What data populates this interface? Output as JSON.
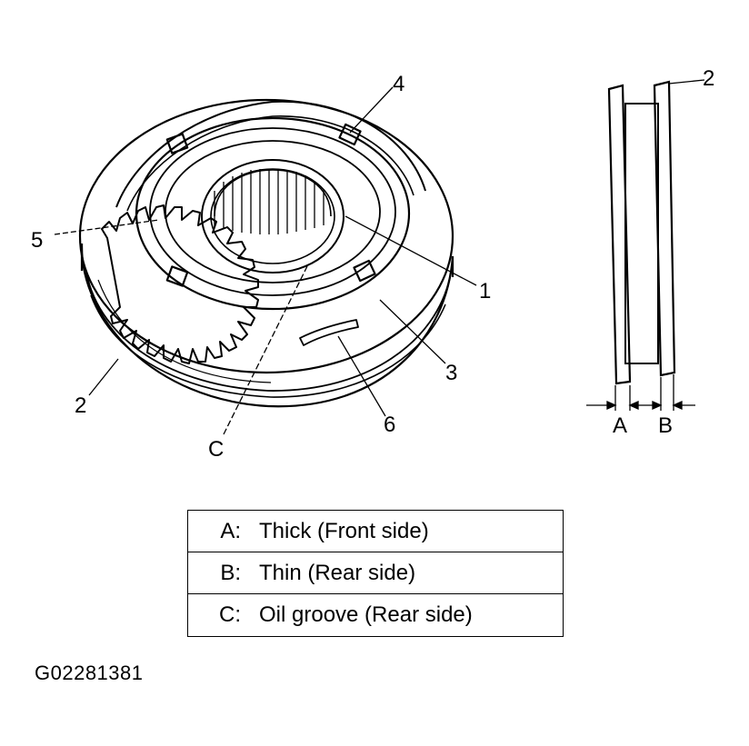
{
  "callouts": {
    "ring_labels": [
      "4",
      "5",
      "1",
      "3",
      "2",
      "6",
      "C"
    ],
    "side_labels": [
      "2",
      "A",
      "B"
    ]
  },
  "legend": {
    "rows": [
      {
        "key": "A:",
        "text": "Thick (Front side)"
      },
      {
        "key": "B:",
        "text": "Thin (Rear side)"
      },
      {
        "key": "C:",
        "text": "Oil groove (Rear side)"
      }
    ]
  },
  "figure_id": "G02281381",
  "colors": {
    "ink": "#000000",
    "paper": "#ffffff"
  }
}
